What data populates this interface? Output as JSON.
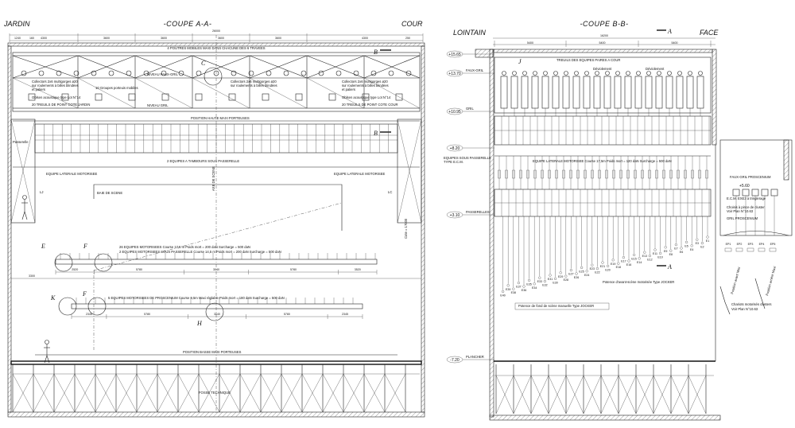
{
  "colors": {
    "ink": "#111111",
    "paper": "#ffffff",
    "hatch": "#555555"
  },
  "section_a": {
    "title": "-COUPE A-A-",
    "left_side": "JARDIN",
    "right_side": "COUR",
    "top_dims": [
      "4300",
      "3600",
      "3600",
      "3600",
      "3600",
      "4300"
    ],
    "top_total": "26000",
    "top_small": [
      "1240",
      "160",
      "250"
    ],
    "labels": {
      "poutres": "4 POUTRES MOBILES MAXI DANS CHACUNE DES 6 TRAVEES",
      "niveau_faux_gril": "NIVEAU FAUX-GRIL",
      "collectors_left": "Collectors 2x6 multigorges ø20",
      "collectors_left_2": "sur roulements à billes blindées",
      "collectors_left_3": "et paliers",
      "groupes": "10 Groupes porteuis mobiles",
      "oblsen_left": "Oblsen acoustique type Lot N°14",
      "treuils_jardin": "20 TREUILS DE POINT COTE JARDIN",
      "collectors_mid": "Collectors 2x6 multigorges ø20",
      "collectors_mid_2": "sur roulements à billes blindées",
      "collectors_right": "Collectors 2x6 multigorges ø20",
      "collectors_right_2": "sur roulements à billes blindées",
      "collectors_right_3": "et paliers",
      "oblsen_right": "Oblsen acoustique type Lot N°14",
      "treuils_cour": "20 TREUILS DE POINT COTE COUR",
      "niveau_gril": "NIVEAU GRIL",
      "position_haute": "POSITION HAUTE MAXI PORTEUSES",
      "passerelle": "Passerelle",
      "equipes_tambours": "2 EQUIPES A TAMBOURS SOUS PASSERELLE",
      "equipe_laterale_left": "EQUIPE LATERALE MOTORISEE",
      "equipe_laterale_right": "EQUIPE LATERALE MOTORISEE",
      "axe_scene": "AXE DE SCENE",
      "baie_scene": "BAIE DE SCENE",
      "equipes_motorisees": "26 EQUIPES MOTORISEES Course 17,5 m Poids mort = 200 daN Surcharge = 500 daN",
      "equipes_sous_passerelle": "2 EQUIPES MOTORISEES SOUS PASSERELLE Course 14,5 m Poids mort = 200 daN Surcharge = 500 daN",
      "equipes_proscenium": "5 EQUIPES MOTORISEES DE PROSCENIUM Course 9,5m Maxi réglable Poids mort = 180 daN Surcharge = 500 daN",
      "position_basse": "POSITION BASSE MAXI PORTEUSES",
      "fosse": "FOSSE TECHNIQUE",
      "lj": "LJ",
      "lc": "LC",
      "cote_right": "Cote = 17000"
    },
    "row1_dims": [
      "2520",
      "5780",
      "3040",
      "5780",
      "3520"
    ],
    "row1_total": "3300",
    "row2_dims": [
      "2345",
      "5780",
      "3040",
      "5780",
      "2345"
    ],
    "section_marks": [
      "B",
      "B"
    ],
    "callouts": [
      "C",
      "E",
      "F",
      "K",
      "F",
      "H"
    ]
  },
  "section_b": {
    "title": "-COUPE B-B-",
    "left_side": "LOINTAIN",
    "right_side": "FACE",
    "top_dims": [
      "5400",
      "5400",
      "5400"
    ],
    "top_total": "16200",
    "section_marks": [
      "A",
      "A"
    ],
    "levels": [
      "+15.65",
      "+13.70",
      "+10.95",
      "+8.20",
      "+3.10",
      "-7.20"
    ],
    "level_names": {
      "faux_gril": "FAUX-GRIL",
      "gril": "GRIL",
      "passerelles": "PASSERELLES",
      "plancher": "PLANCHER"
    },
    "labels": {
      "treuils": "TREUILS DES EQUIPES PAIRES A COUR",
      "deviolement_1": "Déviolement",
      "deviolement_2": "Déviolement",
      "equipe_laterale": "EQUIPE LATERALE MOTORISEE Course 17,5m Poids mort = 120 daN Surcharge = 500 daN",
      "equipes_sous_passerelle": "EQUIPES SOUS PASSERELLE",
      "type_ecm": "TYPE E.C.M.",
      "potence_fond": "Potence de fond de scène manuelle Type JOCKER",
      "potence_avant": "Potence d'avant-scène motorisée Type JOCKER",
      "faux_gril_proscenium": "FAUX-GRIL PROSCENIUM",
      "ecm": "E.C.M. EXE3 à tringlerage",
      "choisis": "Choisis à pince de cluster",
      "voir_plan": "Voir Plan N°10.63",
      "gril_proscenium": "GRIL PROSCENIUM",
      "charlots": "Chariots motorisés clusters",
      "voir_plan_2": "Voir Plan N°10.63",
      "position_avant": "Position avant Mini",
      "position_arriere": "Position arrière Maxi",
      "niveau_lvl": "+5.60"
    },
    "ep_labels": [
      "EP1",
      "EP2",
      "EP3",
      "EP4",
      "EP5"
    ],
    "e_labels": [
      "E1",
      "E2",
      "E3",
      "E4",
      "E5",
      "E6",
      "E7",
      "E8",
      "E9",
      "E10",
      "E11",
      "E12",
      "E13",
      "E14",
      "E15",
      "E16",
      "E17",
      "E18",
      "E19",
      "E20",
      "E21",
      "E22",
      "E23",
      "E24",
      "E25",
      "E26",
      "E27",
      "E28",
      "E29",
      "E30",
      "E31",
      "E32",
      "E33",
      "E34",
      "E35",
      "E36",
      "E37",
      "E38",
      "E39",
      "E40"
    ],
    "callouts": [
      "J"
    ]
  }
}
